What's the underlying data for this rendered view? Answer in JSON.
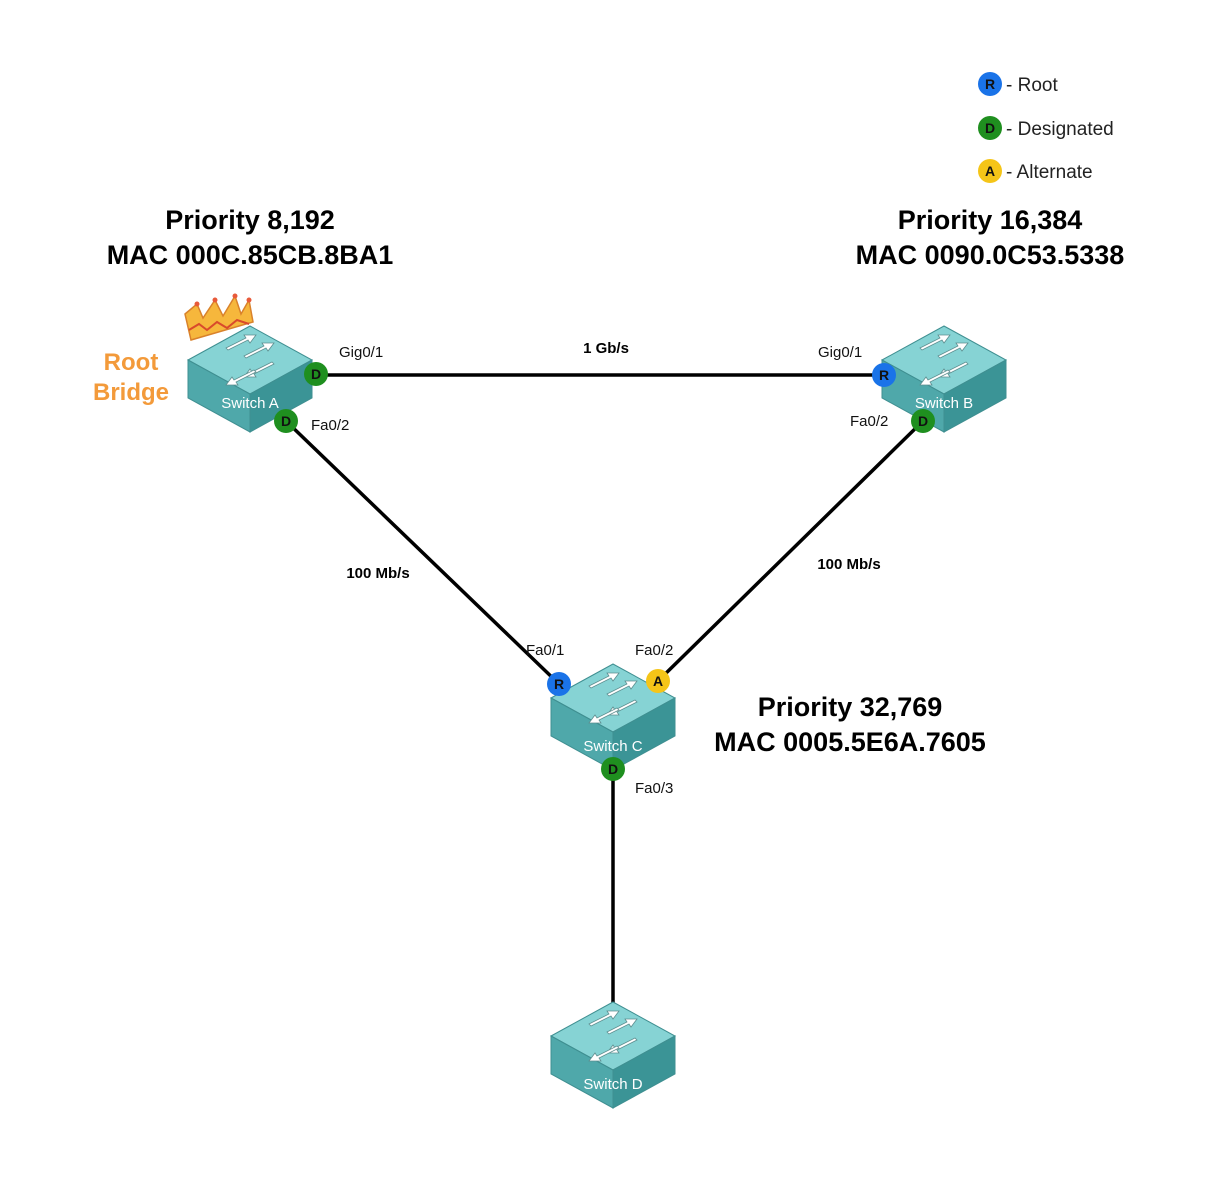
{
  "colors": {
    "root": "#1a73e8",
    "designated": "#1f8f1f",
    "alternate": "#f5c518",
    "root_bridge_text": "#f39a3a",
    "switch_top": "#7fcfd0",
    "switch_side": "#4aa4a6",
    "link": "#000000"
  },
  "legend": [
    {
      "letter": "R",
      "text": "- Root",
      "role": "root"
    },
    {
      "letter": "D",
      "text": "- Designated",
      "role": "designated"
    },
    {
      "letter": "A",
      "text": "- Alternate",
      "role": "alternate"
    }
  ],
  "switches": {
    "a": {
      "label": "Switch A",
      "priority": "Priority 8,192",
      "mac": "MAC 000C.85CB.8BA1"
    },
    "b": {
      "label": "Switch B",
      "priority": "Priority 16,384",
      "mac": "MAC 0090.0C53.5338"
    },
    "c": {
      "label": "Switch C",
      "priority": "Priority 32,769",
      "mac": "MAC 0005.5E6A.7605"
    },
    "d": {
      "label": "Switch D"
    }
  },
  "root_bridge": {
    "line1": "Root",
    "line2": "Bridge",
    "icon": "crown-icon"
  },
  "links": {
    "ab": {
      "speed": "1 Gb/s"
    },
    "ac": {
      "speed": "100 Mb/s"
    },
    "bc": {
      "speed": "100 Mb/s"
    }
  },
  "ports": {
    "a_gig01": {
      "label": "Gig0/1",
      "badge": "D"
    },
    "a_fa02": {
      "label": "Fa0/2",
      "badge": "D"
    },
    "b_gig01": {
      "label": "Gig0/1",
      "badge": "R"
    },
    "b_fa02": {
      "label": "Fa0/2",
      "badge": "D"
    },
    "c_fa01": {
      "label": "Fa0/1",
      "badge": "R"
    },
    "c_fa02": {
      "label": "Fa0/2",
      "badge": "A"
    },
    "c_fa03": {
      "label": "Fa0/3",
      "badge": "D"
    }
  }
}
